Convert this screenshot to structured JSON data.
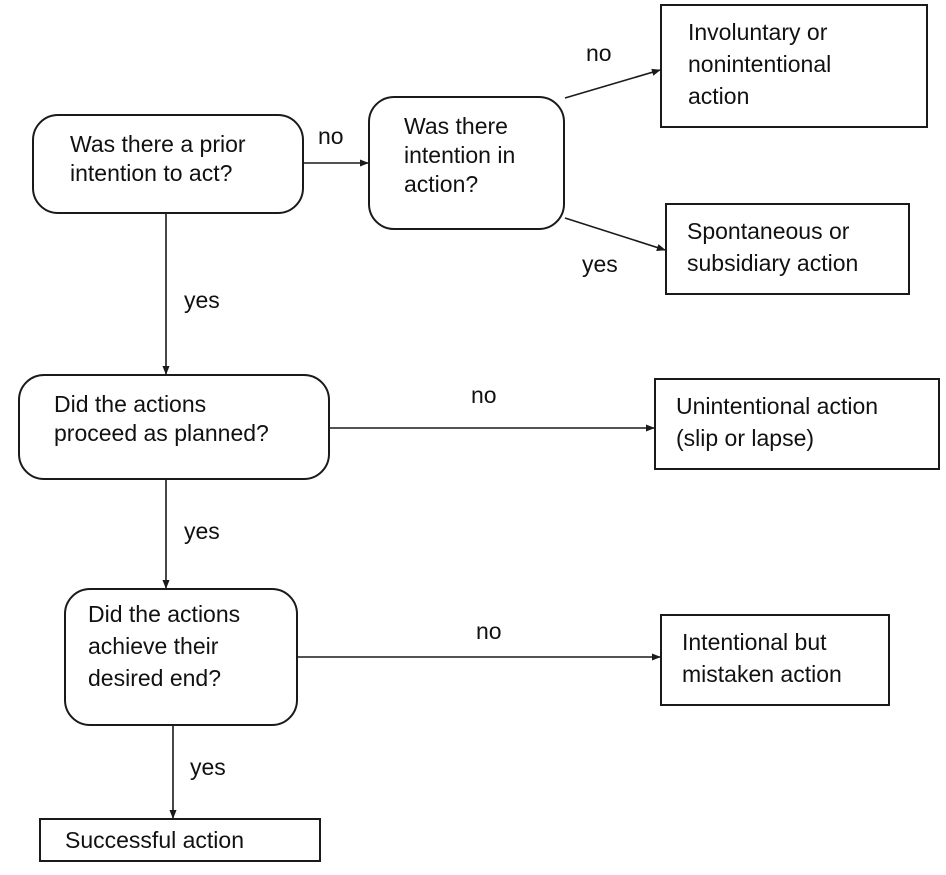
{
  "nodes": {
    "q_prior": {
      "lines": [
        "Was there a prior",
        "intention to act?"
      ]
    },
    "q_in_action": {
      "lines": [
        "Was there",
        "intention in",
        "action?"
      ]
    },
    "r_involuntary": {
      "lines": [
        "Involuntary or",
        "nonintentional",
        "action"
      ]
    },
    "r_spontaneous": {
      "lines": [
        "Spontaneous or",
        "subsidiary action"
      ]
    },
    "q_planned": {
      "lines": [
        "Did the actions",
        "proceed as planned?"
      ]
    },
    "r_unintentional": {
      "lines": [
        "Unintentional action",
        "(slip or lapse)"
      ]
    },
    "q_achieve": {
      "lines": [
        "Did the actions",
        "achieve their",
        "desired end?"
      ]
    },
    "r_mistaken": {
      "lines": [
        "Intentional but",
        "mistaken action"
      ]
    },
    "r_successful": {
      "lines": [
        "Successful action"
      ]
    }
  },
  "edges": {
    "prior_no": "no",
    "prior_yes": "yes",
    "inaction_no": "no",
    "inaction_yes": "yes",
    "planned_no": "no",
    "planned_yes": "yes",
    "achieve_no": "no",
    "achieve_yes": "yes"
  }
}
